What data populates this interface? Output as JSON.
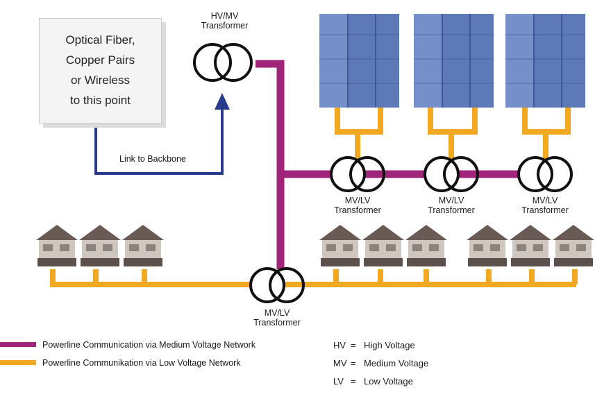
{
  "source_box": {
    "lines": [
      "Optical Fiber,",
      "Copper Pairs",
      "or Wireless",
      "to this point"
    ]
  },
  "labels": {
    "hvmv_transformer": [
      "HV/MV",
      "Transformer"
    ],
    "link_to_backbone": "Link to Backbone",
    "mvlv_transformer": [
      "MV/LV",
      "Transformer"
    ]
  },
  "legend": {
    "mv": {
      "text": "Powerline Communication via Medium Voltage Network",
      "color": "#a0257a"
    },
    "lv": {
      "text": "Powerline Communikation via Low Voltage Network",
      "color": "#f2a922"
    }
  },
  "abbreviations": [
    {
      "abbr": "HV",
      "eq": "=",
      "meaning": "High Voltage"
    },
    {
      "abbr": "MV",
      "eq": "=",
      "meaning": "Medium Voltage"
    },
    {
      "abbr": "LV",
      "eq": "=",
      "meaning": "Low Voltage"
    }
  ],
  "colors": {
    "backbone": "#2a3a8c",
    "building": "#5d79b8",
    "house_roof": "#6a5a55",
    "house_wall": "#cfc6c0"
  }
}
